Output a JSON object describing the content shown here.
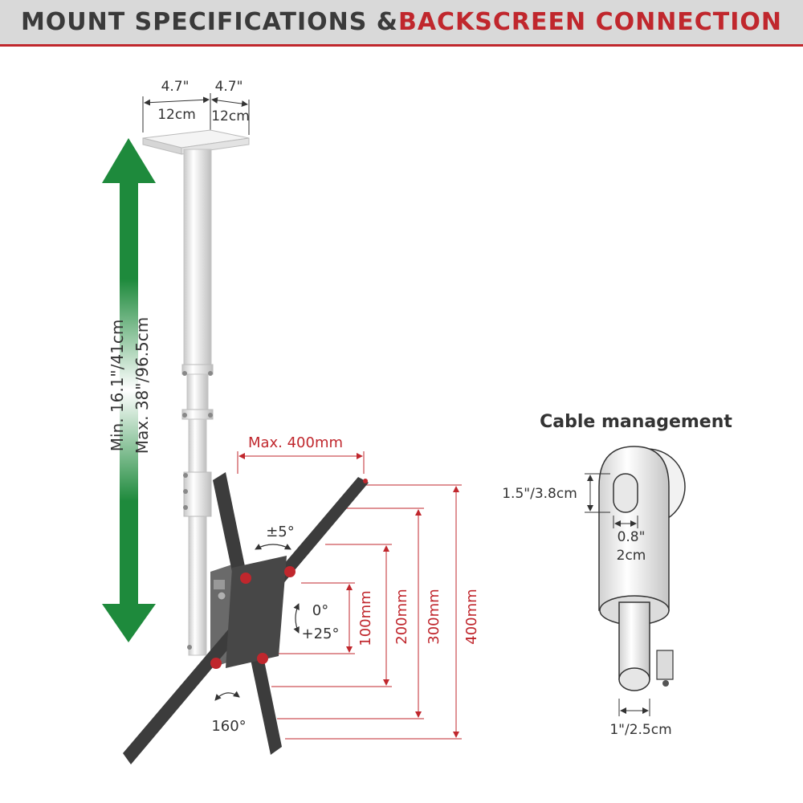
{
  "header": {
    "title_part1": "MOUNT SPECIFICATIONS & ",
    "title_part2": "BACKSCREEN CONNECTION"
  },
  "colors": {
    "accent_red": "#c0272d",
    "arrow_green": "#1e8a3c",
    "header_bg": "#d9d9d9",
    "bracket_dark": "#3c3c3c"
  },
  "ceiling_plate": {
    "width_in": "4.7\"",
    "width_cm": "12cm",
    "depth_in": "4.7\"",
    "depth_cm": "12cm"
  },
  "height_range": {
    "min": "Min. 16.1\"/41cm",
    "max": "Max. 38\"/96.5cm"
  },
  "vesa": {
    "max_width": "Max. 400mm",
    "heights": [
      "100mm",
      "200mm",
      "300mm",
      "400mm"
    ]
  },
  "adjustments": {
    "swivel": "±5°",
    "tilt_top": "0°",
    "tilt_bottom": "+25°",
    "rotation": "160°"
  },
  "cable_management": {
    "title": "Cable management",
    "slot_height": "1.5\"/3.8cm",
    "slot_width_in": "0.8\"",
    "slot_width_cm": "2cm",
    "tube_diameter": "1\"/2.5cm"
  }
}
